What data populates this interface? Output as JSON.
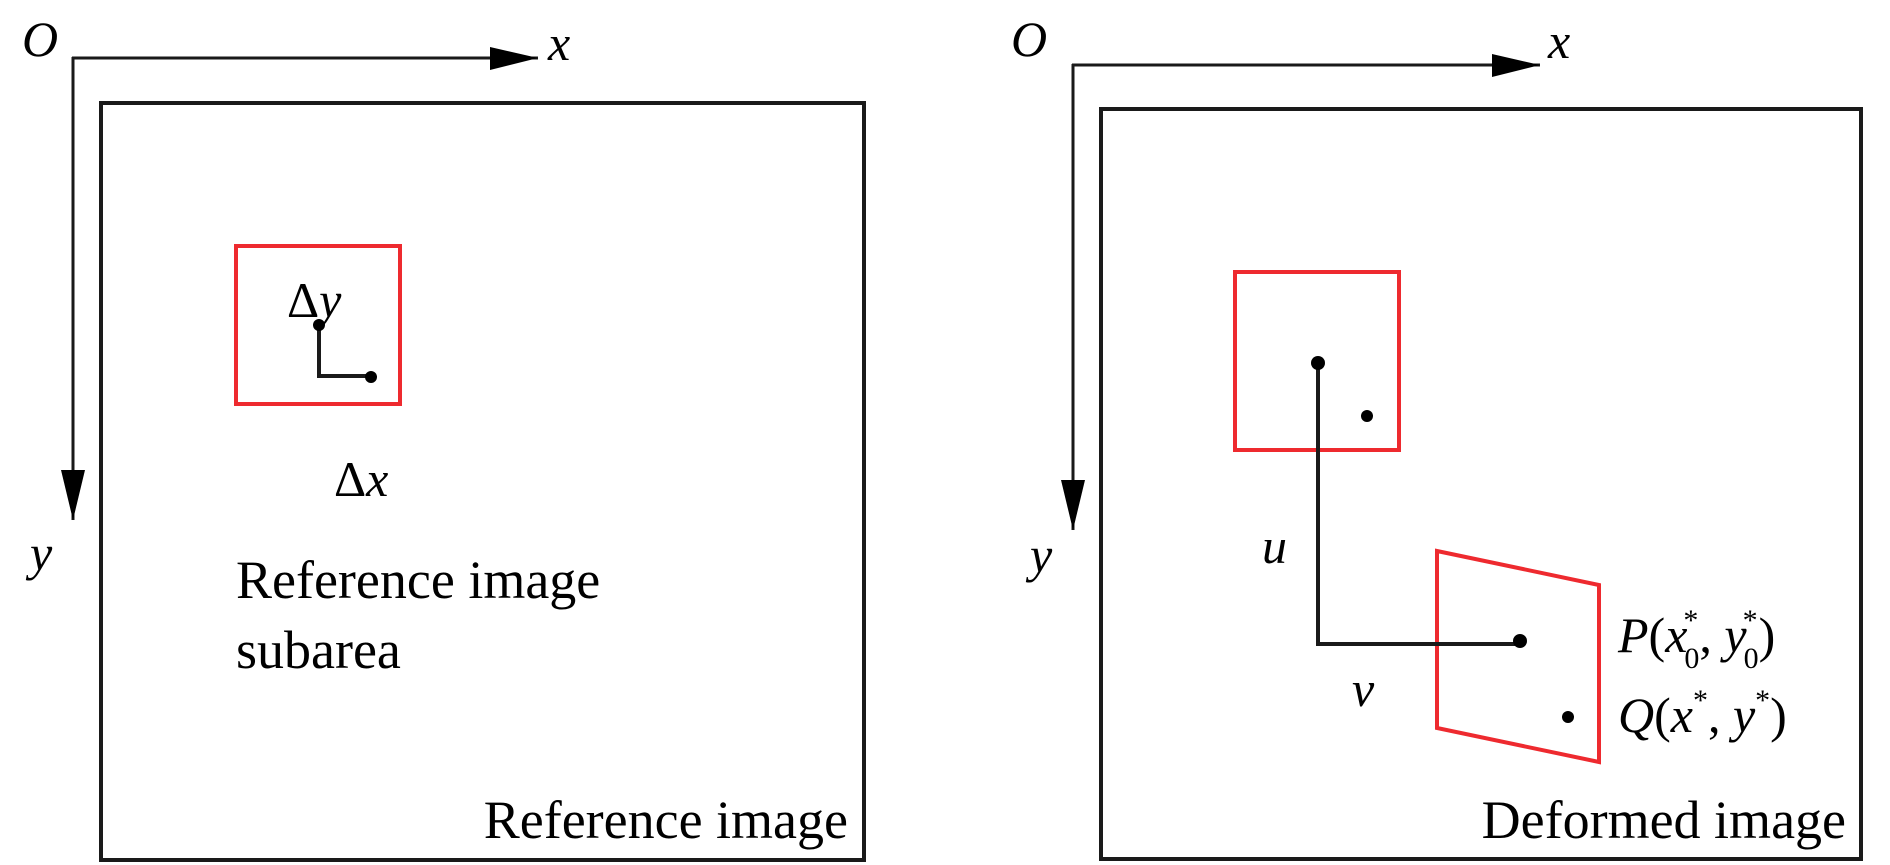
{
  "colors": {
    "subarea": "#ee2a2f",
    "ink": "#000000"
  },
  "left_panel": {
    "origin_label": "O",
    "x_axis_label": "x",
    "y_axis_label": "y",
    "delta_y": {
      "symbol": "Δ",
      "var": "y"
    },
    "delta_x": {
      "symbol": "Δ",
      "var": "x"
    },
    "subarea_label_line1": "Reference image",
    "subarea_label_line2": "subarea",
    "frame_label": "Reference image"
  },
  "right_panel": {
    "origin_label": "O",
    "x_axis_label": "x",
    "y_axis_label": "y",
    "u_label": "u",
    "v_label": "v",
    "p_label": {
      "name": "P",
      "open": "(",
      "x": "x",
      "sup": "*",
      "sub": "0",
      "comma": ", ",
      "y": "y",
      "close": ")"
    },
    "q_label": {
      "name": "Q",
      "open": "(",
      "x": "x",
      "sup": "*",
      "comma": ", ",
      "y": "y",
      "close": ")"
    },
    "frame_label": "Deformed image"
  }
}
